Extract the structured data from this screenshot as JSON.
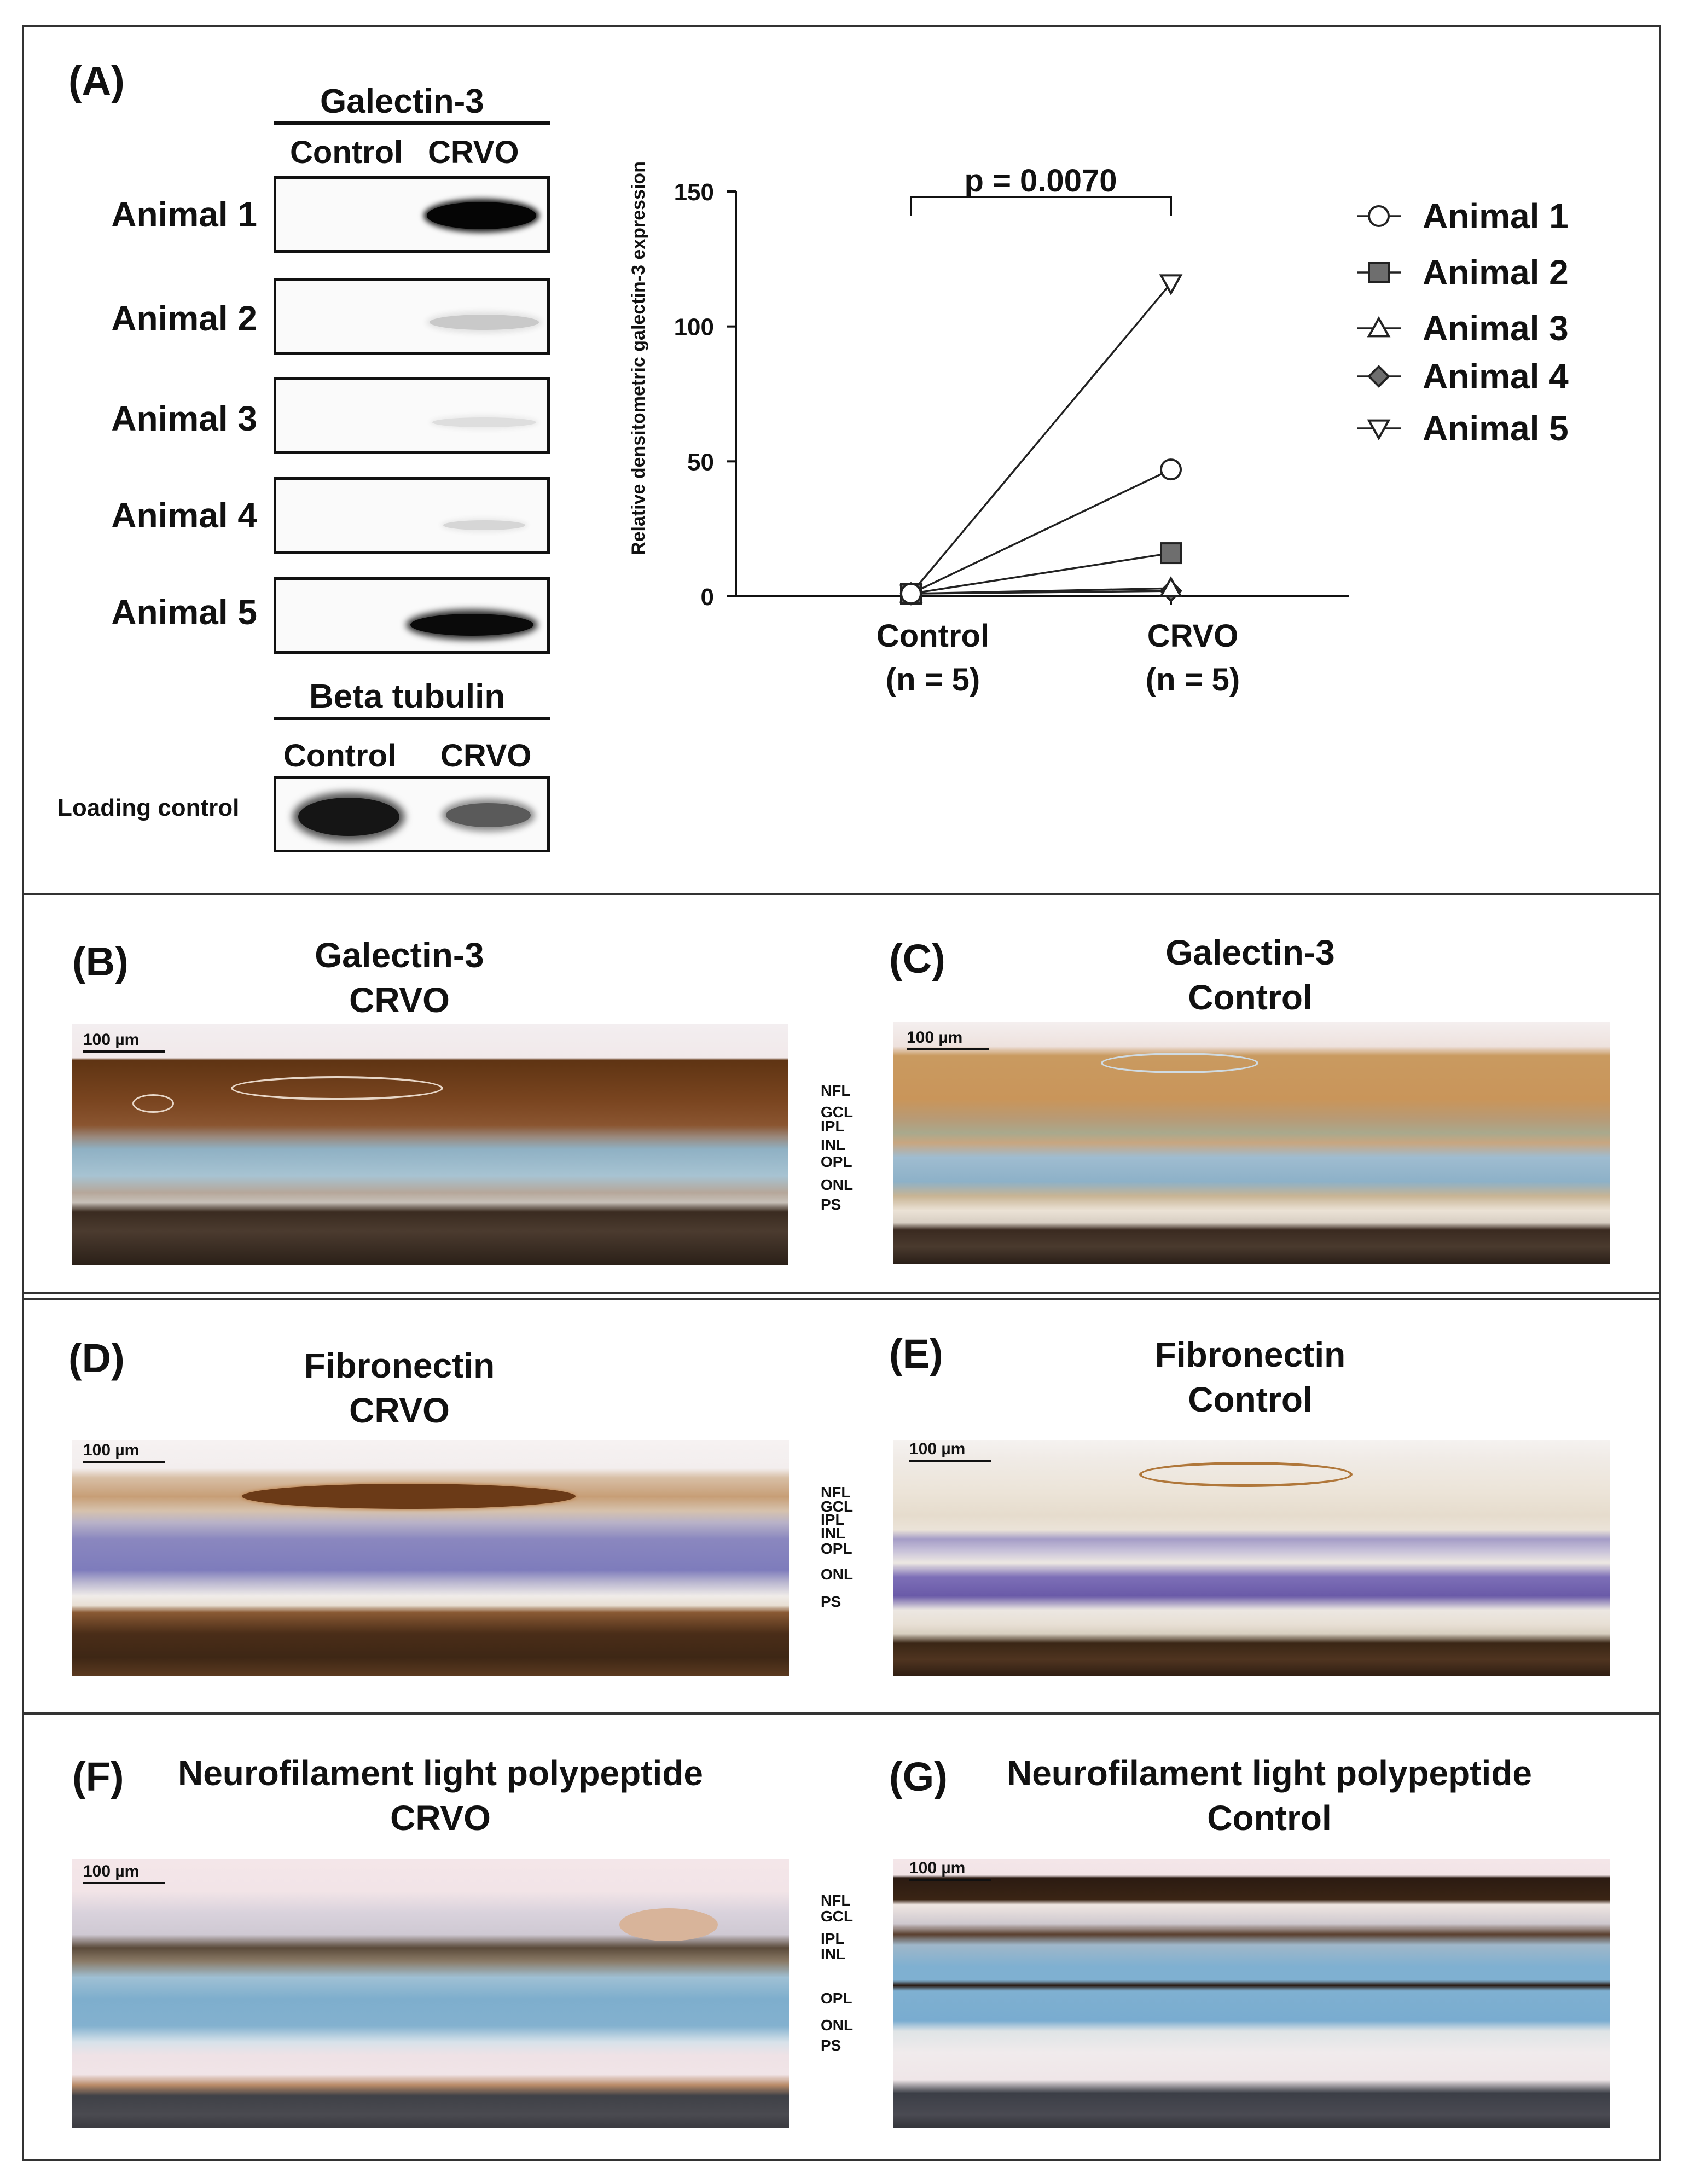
{
  "panel_a": {
    "label": "(A)",
    "galectin_title": "Galectin-3",
    "col_control": "Control",
    "col_crvo": "CRVO",
    "rows": [
      "Animal 1",
      "Animal 2",
      "Animal 3",
      "Animal 4",
      "Animal 5"
    ],
    "beta_title": "Beta tubulin",
    "beta_col_control": "Control",
    "beta_col_crvo": "CRVO",
    "loading_label": "Loading control"
  },
  "chart_data": {
    "type": "line",
    "ylabel": "Relative densitometric galectin-3 expression",
    "ylim": [
      0,
      150
    ],
    "yticks": [
      "0",
      "50",
      "100",
      "150"
    ],
    "categories": [
      "Control",
      "CRVO"
    ],
    "category_n": [
      "(n = 5)",
      "(n = 5)"
    ],
    "p_text": "p = 0.0070",
    "series": [
      {
        "name": "Animal 1",
        "marker": "circle-open",
        "values": [
          1,
          47
        ]
      },
      {
        "name": "Animal 2",
        "marker": "square-filled",
        "values": [
          1,
          16
        ]
      },
      {
        "name": "Animal 3",
        "marker": "triangle-up-open",
        "values": [
          1,
          3
        ]
      },
      {
        "name": "Animal 4",
        "marker": "diamond-filled",
        "values": [
          1,
          2
        ]
      },
      {
        "name": "Animal 5",
        "marker": "triangle-down-open",
        "values": [
          1,
          116
        ]
      }
    ],
    "legend_position": "right"
  },
  "panels": {
    "b": {
      "label": "(B)",
      "title1": "Galectin-3",
      "title2": "CRVO",
      "scale": "100 µm"
    },
    "c": {
      "label": "(C)",
      "title1": "Galectin-3",
      "title2": "Control",
      "scale": "100 µm"
    },
    "d": {
      "label": "(D)",
      "title1": "Fibronectin",
      "title2": "CRVO",
      "scale": "100 µm"
    },
    "e": {
      "label": "(E)",
      "title1": "Fibronectin",
      "title2": "Control",
      "scale": "100 µm"
    },
    "f": {
      "label": "(F)",
      "title1": "Neurofilament light polypeptide",
      "title2": "CRVO",
      "scale": "100 µm"
    },
    "g": {
      "label": "(G)",
      "title1": "Neurofilament light polypeptide",
      "title2": "Control",
      "scale": "100 µm"
    }
  },
  "layers_row1": [
    "NFL",
    "GCL",
    "IPL",
    "INL",
    "OPL",
    "ONL",
    "PS"
  ],
  "layers_row2": [
    "NFL",
    "GCL",
    "IPL",
    "INL",
    "OPL",
    "ONL",
    "PS"
  ],
  "layers_row3": [
    "NFL",
    "GCL",
    "IPL",
    "INL",
    "OPL",
    "ONL",
    "PS"
  ],
  "colors": {
    "brown_dark": "#6b3a17",
    "brown_mid": "#b07840",
    "tan": "#d8b48a",
    "retina_blue": "#8fb6cf",
    "purple": "#8a7fc0",
    "pink_bg": "#f1e3e6"
  }
}
